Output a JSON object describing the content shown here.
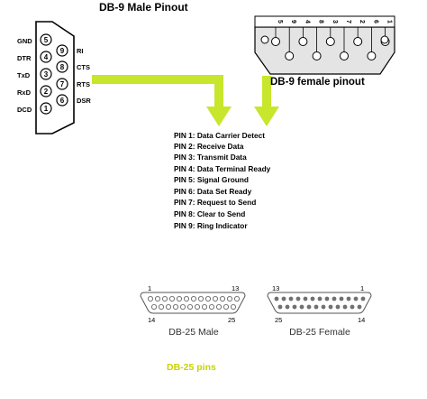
{
  "male9": {
    "title": "DB-9 Male Pinout",
    "left_labels": [
      "GND",
      "DTR",
      "TxD",
      "RxD",
      "DCD"
    ],
    "top_pins": [
      "5",
      "4",
      "3",
      "2",
      "1"
    ],
    "bottom_pins": [
      "9",
      "8",
      "7",
      "6"
    ],
    "right_labels": [
      "RI",
      "CTS",
      "RTS",
      "DSR"
    ]
  },
  "female9": {
    "label": "DB-9 female pinout",
    "top_numbers": [
      "5",
      "9",
      "4",
      "8",
      "3",
      "7",
      "2",
      "6",
      "1"
    ]
  },
  "pin_list": [
    "PIN 1: Data Carrier Detect",
    "PIN 2: Receive Data",
    "PIN 3: Transmit Data",
    "PIN 4: Data Terminal Ready",
    "PIN 5: Signal Ground",
    "PIN 6: Data Set Ready",
    "PIN 7: Request to Send",
    "PIN 8: Clear to Send",
    "PIN 9: Ring Indicator"
  ],
  "db25_male": {
    "label": "DB-25 Male",
    "top_left": "1",
    "top_right": "13",
    "bottom_left": "14",
    "bottom_right": "25"
  },
  "db25_female": {
    "label": "DB-25 Female",
    "top_left": "13",
    "top_right": "1",
    "bottom_left": "25",
    "bottom_right": "14"
  },
  "db25_caption": "DB-25 pins",
  "colors": {
    "arrow": "#c8e62c",
    "caption": "#c8d400",
    "female_fill": "#e4e4e4",
    "db25_dot": "#707070"
  }
}
